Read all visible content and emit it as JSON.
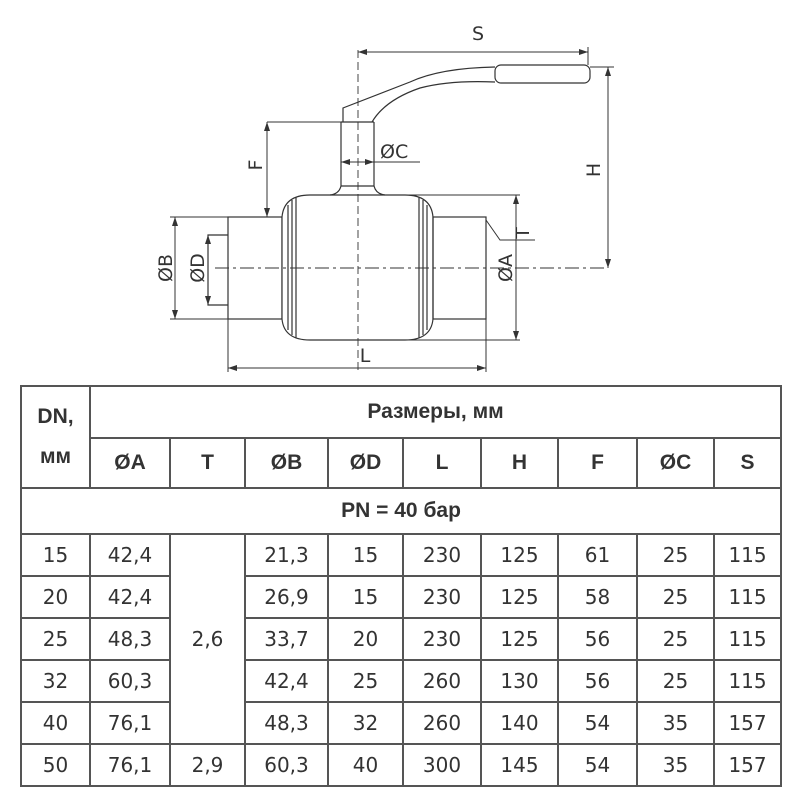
{
  "drawing": {
    "labels": {
      "S": "S",
      "H": "H",
      "F": "F",
      "C": "ØC",
      "B": "ØB",
      "D": "ØD",
      "A": "ØA",
      "T": "T",
      "L": "L"
    }
  },
  "table": {
    "dn_header_line1": "DN,",
    "dn_header_line2": "мм",
    "group_header": "Размеры, мм",
    "columns": [
      "ØA",
      "T",
      "ØB",
      "ØD",
      "L",
      "H",
      "F",
      "ØC",
      "S"
    ],
    "pressure_row": "PN = 40 бар",
    "rows": [
      {
        "dn": "15",
        "a": "42,4",
        "b": "21,3",
        "d": "15",
        "l": "230",
        "h": "125",
        "f": "61",
        "c": "25",
        "s": "115"
      },
      {
        "dn": "20",
        "a": "42,4",
        "b": "26,9",
        "d": "15",
        "l": "230",
        "h": "125",
        "f": "58",
        "c": "25",
        "s": "115"
      },
      {
        "dn": "25",
        "a": "48,3",
        "b": "33,7",
        "d": "20",
        "l": "230",
        "h": "125",
        "f": "56",
        "c": "25",
        "s": "115"
      },
      {
        "dn": "32",
        "a": "60,3",
        "b": "42,4",
        "d": "25",
        "l": "260",
        "h": "130",
        "f": "56",
        "c": "25",
        "s": "115"
      },
      {
        "dn": "40",
        "a": "76,1",
        "b": "48,3",
        "d": "32",
        "l": "260",
        "h": "140",
        "f": "54",
        "c": "35",
        "s": "157"
      },
      {
        "dn": "50",
        "a": "76,1",
        "t": "2,9",
        "b": "60,3",
        "d": "40",
        "l": "300",
        "h": "145",
        "f": "54",
        "c": "35",
        "s": "157"
      }
    ],
    "t_merged": "2,6"
  }
}
